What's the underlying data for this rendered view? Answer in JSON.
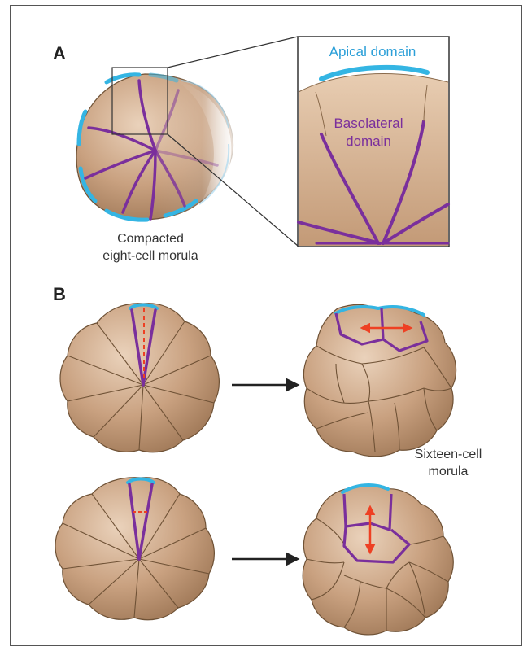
{
  "panel_a": {
    "letter": "A",
    "caption_line1": "Compacted",
    "caption_line2": "eight-cell morula",
    "apical_label": "Apical domain",
    "basolateral_label_line1": "Basolateral",
    "basolateral_label_line2": "domain"
  },
  "panel_b": {
    "letter": "B",
    "caption_line1": "Sixteen-cell",
    "caption_line2": "morula"
  },
  "colors": {
    "cell_fill": "#caa584",
    "cell_stroke": "#6f5236",
    "apical": "#34b5e3",
    "basolateral": "#7a2f9c",
    "division_arrow": "#ee4023",
    "label_blue": "#2b9fd8",
    "label_purple": "#7a2f9c",
    "arrow": "#222222"
  }
}
